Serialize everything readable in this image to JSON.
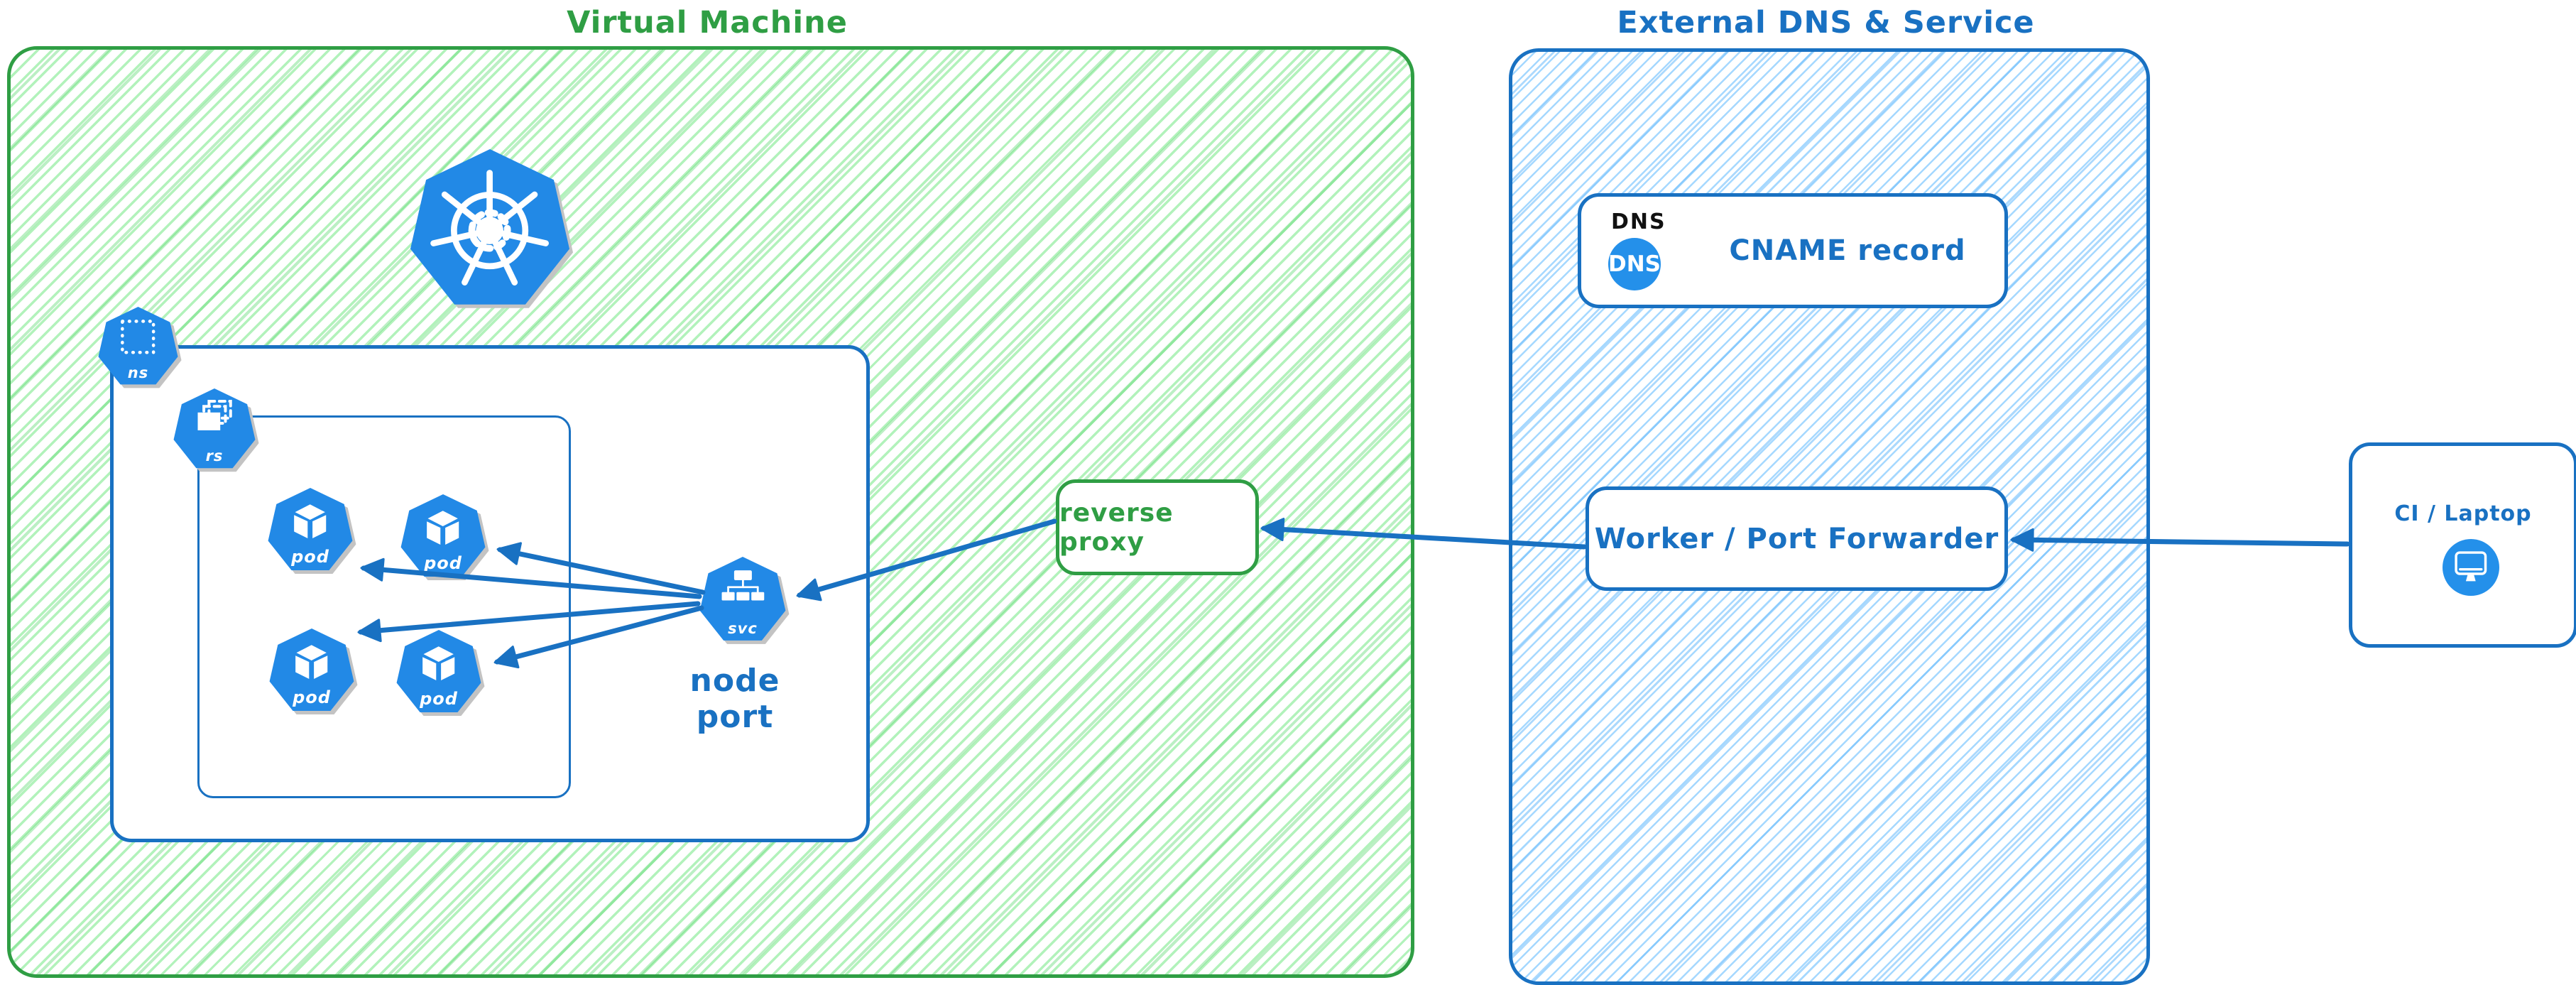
{
  "vm_group": {
    "title": "Virtual Machine"
  },
  "external_group": {
    "title": "External DNS & Service"
  },
  "k8s": {
    "ns_label": "ns",
    "rs_label": "rs",
    "pod_labels": [
      "pod",
      "pod",
      "pod",
      "pod"
    ],
    "svc_label": "svc",
    "node_port_label": "node port"
  },
  "reverse_proxy": {
    "label": "reverse proxy"
  },
  "dns_box": {
    "header": "DNS",
    "badge": "DNS",
    "label": "CNAME record"
  },
  "worker_box": {
    "label": "Worker / Port Forwarder"
  },
  "ci_box": {
    "label": "CI / Laptop"
  },
  "colors": {
    "group_green": "#2f9e44",
    "green_hatch": "#b2f2bb",
    "group_blue": "#1971c2",
    "blue_hatch": "#a5d8ff",
    "icon_blue": "#2289e6",
    "dns_header_black": "#111111",
    "icon_shadow": "#c3c3c3"
  }
}
